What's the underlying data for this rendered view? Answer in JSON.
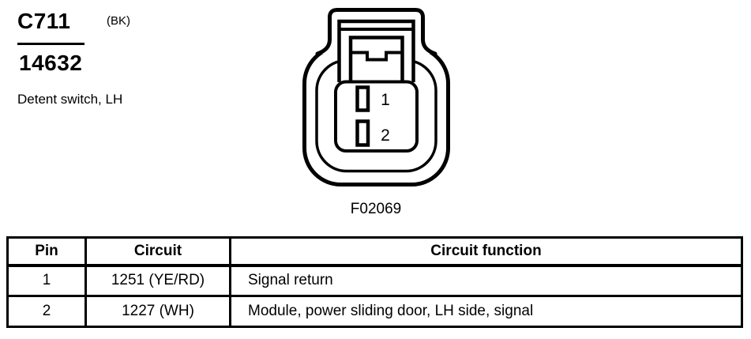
{
  "connector": {
    "id": "C711",
    "color_code": "(BK)",
    "part_number": "14632",
    "description": "Detent switch, LH",
    "figure_label": "F02069",
    "pins": [
      {
        "label": "1"
      },
      {
        "label": "2"
      }
    ]
  },
  "table": {
    "headers": [
      "Pin",
      "Circuit",
      "Circuit function"
    ],
    "rows": [
      [
        "1",
        "1251 (YE/RD)",
        "Signal return"
      ],
      [
        "2",
        "1227 (WH)",
        "Module, power sliding door, LH side, signal"
      ]
    ]
  },
  "colors": {
    "ink": "#000000",
    "paper": "#ffffff"
  }
}
